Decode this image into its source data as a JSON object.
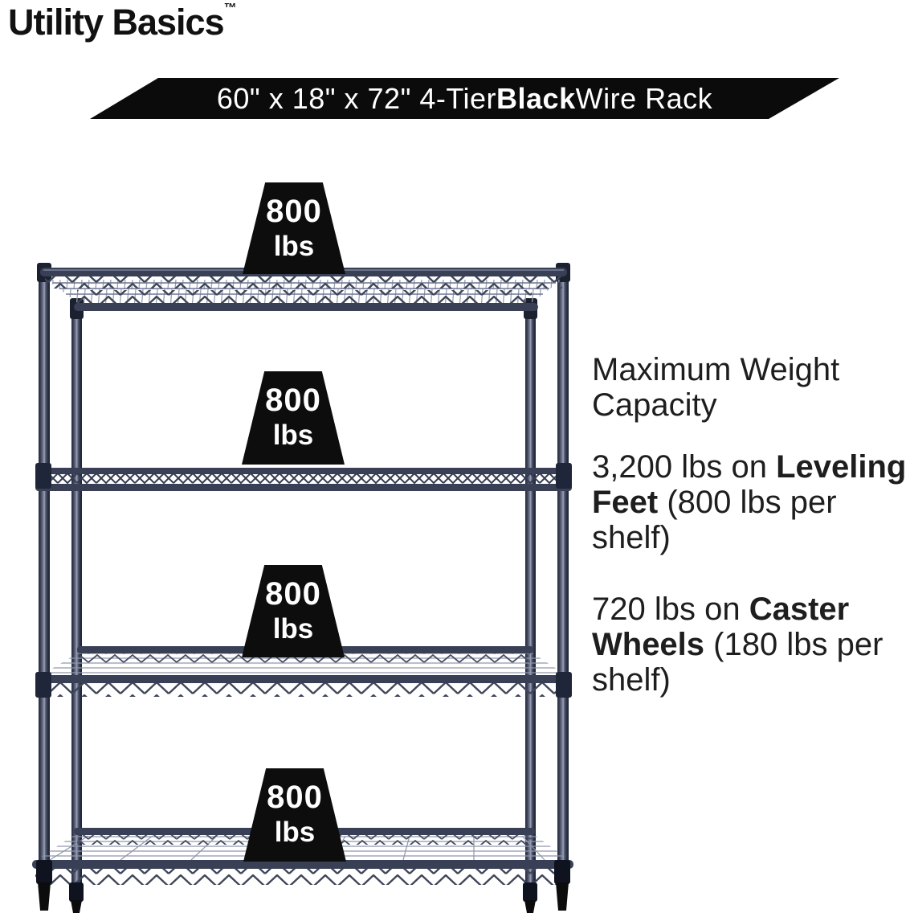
{
  "brand": {
    "name": "Utility Basics",
    "trademark": "™"
  },
  "banner": {
    "pre": "60\" x 18\" x 72\" 4-Tier ",
    "bold": "Black",
    "post": " Wire Rack"
  },
  "badges": [
    {
      "value": "800",
      "unit": "lbs"
    },
    {
      "value": "800",
      "unit": "lbs"
    },
    {
      "value": "800",
      "unit": "lbs"
    },
    {
      "value": "800",
      "unit": "lbs"
    }
  ],
  "capacity": {
    "heading_line1": "Maximum Weight",
    "heading_line2": "Capacity",
    "p1_l1_regular": "3,200 lbs on ",
    "p1_l1_bold": "Leveling",
    "p1_l2_bold": "Feet",
    "p1_l2_regular": " (800 lbs per",
    "p1_l3": "shelf)",
    "p2_l1_regular": "720 lbs on ",
    "p2_l1_bold": "Caster",
    "p2_l2_bold": "Wheels",
    "p2_l2_regular": " (180 lbs per",
    "p2_l3": "shelf)"
  },
  "product": {
    "tiers": "4",
    "shelf_capacity_each_lbs": "800"
  },
  "colors": {
    "banner_bg": "#0b0b0b",
    "badge_bg": "#0d0d0d",
    "badge_text": "#ffffff",
    "rack_navy": "#394056",
    "rack_wire_light": "#9aa1b4",
    "body_text": "#1e1e1e"
  }
}
